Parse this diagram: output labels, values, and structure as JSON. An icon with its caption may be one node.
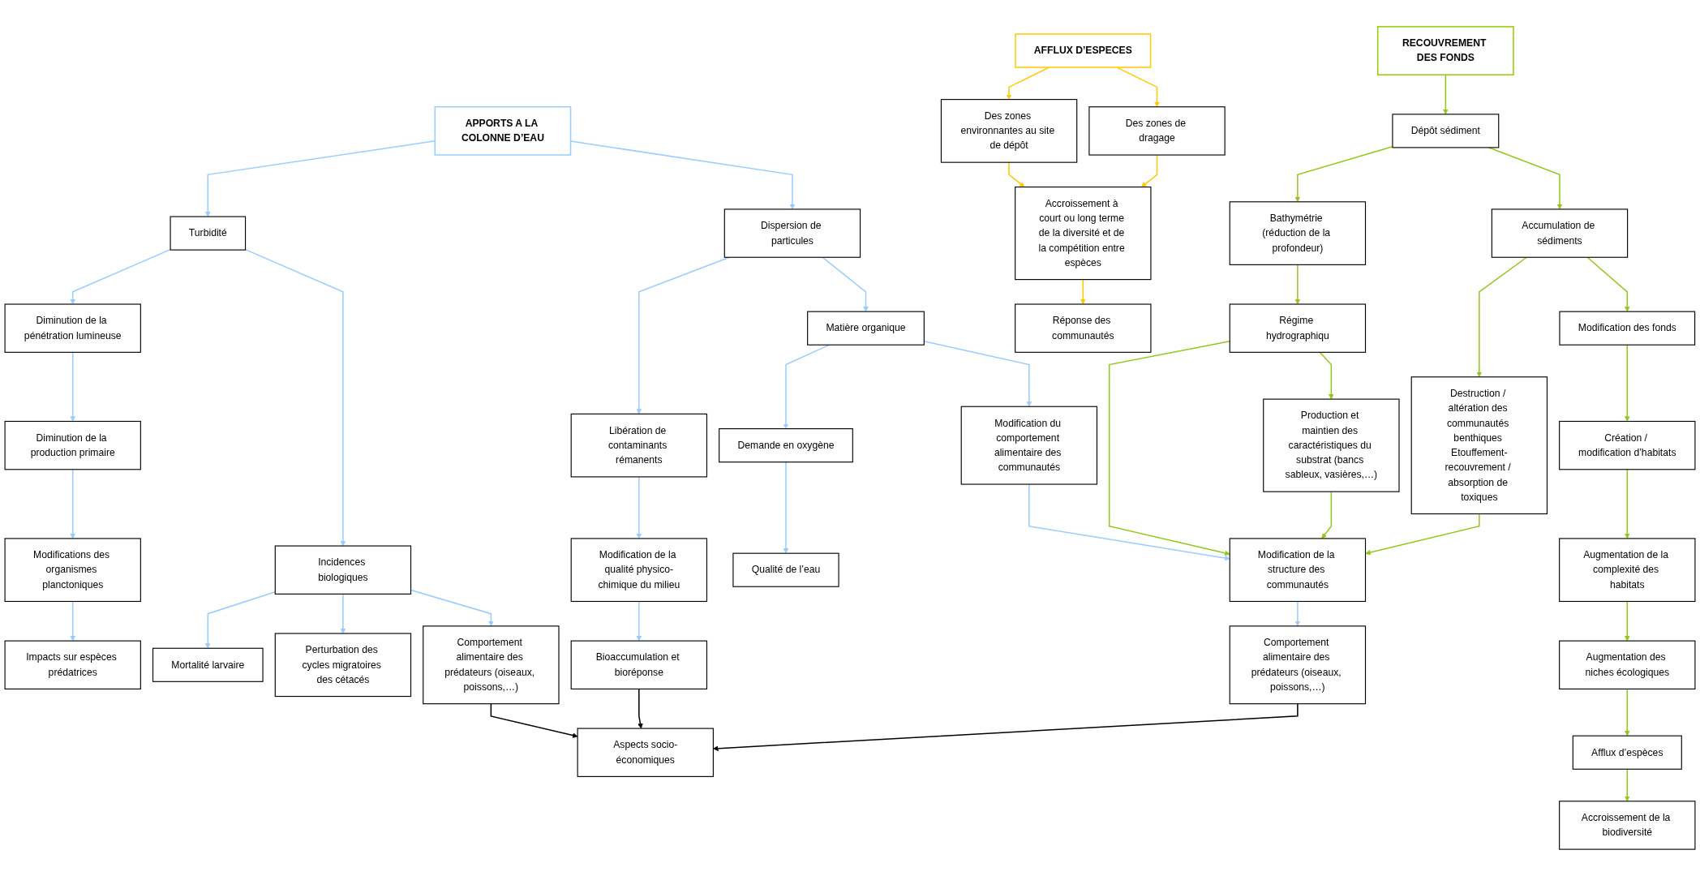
{
  "diagram": {
    "nodes": [
      {
        "text": [
          "APPORTS A LA COLONNE D’EAU"
        ]
      },
      {
        "text": [
          "Turbidité"
        ]
      },
      {
        "text": [
          "Dispersion de particules"
        ]
      },
      {
        "text": [
          "Diminution de la pénétration lumineuse"
        ]
      },
      {
        "text": [
          "Incidences biologiques"
        ]
      },
      {
        "text": [
          "Libération de contaminants rémanents"
        ]
      },
      {
        "text": [
          "Matière organique"
        ]
      },
      {
        "text": [
          "Diminution de la production primaire"
        ]
      },
      {
        "text": [
          "Mortalité larvaire"
        ]
      },
      {
        "text": [
          "Modification de la qualité physico-chimique du milieu"
        ]
      },
      {
        "text": [
          "Demande en oxygène"
        ]
      },
      {
        "text": [
          "Modification du comportement alimentaire des communautés"
        ]
      },
      {
        "text": [
          "Modifications des organismes planctoniques"
        ]
      },
      {
        "text": [
          "Perturbation des cycles migratoires des cétacés"
        ]
      },
      {
        "text": [
          "Bioaccumulation et bioréponse"
        ]
      },
      {
        "text": [
          "Qualité de l’eau"
        ]
      },
      {
        "text": [
          "Modification de la structure des communautés"
        ]
      },
      {
        "text": [
          "Impacts sur espèces prédatrices"
        ]
      },
      {
        "text": [
          "Comportement alimentaire des prédateurs (oiseaux, poissons,…)"
        ]
      },
      {
        "text": [
          "Comportement alimentaire des prédateurs (oiseaux, poissons,…)"
        ]
      },
      {
        "text": [
          "Aspects socio-économiques"
        ]
      },
      {
        "text": [
          "RECOUVREMENT DES FONDS"
        ]
      },
      {
        "text": [
          "Dépôt sédiment"
        ]
      },
      {
        "text": [
          "Bathymétrie (réduction de la profondeur)"
        ]
      },
      {
        "text": [
          "Accumulation de sédiments"
        ]
      },
      {
        "text": [
          "Régime hydrographiqu"
        ]
      },
      {
        "text": [
          "Destruction / altération des communautés benthiques Etouffement-recouvrement / absorption de toxiques"
        ]
      },
      {
        "text": [
          "Production et maintien des caractéristiques du substrat (bancs sableux, vasières,…)"
        ]
      },
      {
        "text": [
          "Modification des fonds"
        ]
      },
      {
        "text": [
          "Création / modification d’habitats"
        ]
      },
      {
        "text": [
          "Augmentation de la complexité des habitats"
        ]
      },
      {
        "text": [
          "Augmentation des niches écologiques"
        ]
      },
      {
        "text": [
          "Afflux d’espèces"
        ]
      },
      {
        "text": [
          "Accroissement de la biodiversité"
        ]
      },
      {
        "text": [
          "AFFLUX D’ESPECES"
        ]
      },
      {
        "text": [
          "Des zones environnantes au site de dépôt"
        ]
      },
      {
        "text": [
          "Des zones de dragage"
        ]
      },
      {
        "text": [
          "Accroissement à court ou long terme de la diversité et de la compétition entre espèces"
        ]
      },
      {
        "text": [
          "Réponse des communautés"
        ]
      }
    ],
    "edges": [
      {
        "from": 0,
        "to": 1,
        "arrow": "to"
      },
      {
        "from": 0,
        "to": 2,
        "arrow": "to"
      },
      {
        "from": 1,
        "to": 3,
        "arrow": "to"
      },
      {
        "from": 1,
        "to": 4,
        "arrow": "to"
      },
      {
        "from": 2,
        "to": 5,
        "arrow": "to"
      },
      {
        "from": 2,
        "to": 6,
        "arrow": "to"
      },
      {
        "from": 3,
        "to": 7,
        "arrow": "to"
      },
      {
        "from": 7,
        "to": 12,
        "arrow": "to"
      },
      {
        "from": 12,
        "to": 17,
        "arrow": "to"
      },
      {
        "from": 4,
        "to": 8,
        "arrow": "to"
      },
      {
        "from": 4,
        "to": 13,
        "arrow": "to"
      },
      {
        "from": 4,
        "to": 18,
        "arrow": "to"
      },
      {
        "from": 5,
        "to": 9,
        "arrow": "to"
      },
      {
        "from": 9,
        "to": 14,
        "arrow": "to"
      },
      {
        "from": 6,
        "to": 10,
        "arrow": "to"
      },
      {
        "from": 6,
        "to": 11,
        "arrow": "to"
      },
      {
        "from": 10,
        "to": 15,
        "arrow": "to"
      },
      {
        "from": 11,
        "to": 16,
        "arrow": "to"
      },
      {
        "from": 16,
        "to": 19,
        "arrow": "to"
      },
      {
        "from": 14,
        "to": 20,
        "arrow": "to",
        "color": "#000000"
      },
      {
        "from": 18,
        "to": 20,
        "arrow": "to",
        "color": "#000000"
      },
      {
        "from": 19,
        "to": 20,
        "arrow": "to",
        "color": "#000000"
      },
      {
        "from": 21,
        "to": 22,
        "arrow": "to",
        "color": "#92c81a"
      },
      {
        "from": 22,
        "to": 23,
        "arrow": "to",
        "color": "#92c81a"
      },
      {
        "from": 22,
        "to": 24,
        "arrow": "to",
        "color": "#92c81a"
      },
      {
        "from": 23,
        "to": 25,
        "arrow": "to",
        "color": "#92c81a"
      },
      {
        "from": 24,
        "to": 26,
        "arrow": "to",
        "color": "#92c81a"
      },
      {
        "from": 24,
        "to": 28,
        "arrow": "to",
        "color": "#92c81a"
      },
      {
        "from": 25,
        "to": 16,
        "arrow": "to",
        "color": "#92c81a"
      },
      {
        "from": 25,
        "to": 27,
        "arrow": "to",
        "color": "#92c81a"
      },
      {
        "from": 26,
        "to": 16,
        "arrow": "to",
        "color": "#92c81a"
      },
      {
        "from": 27,
        "to": 16,
        "arrow": "to",
        "color": "#92c81a"
      },
      {
        "from": 28,
        "to": 29,
        "arrow": "to",
        "color": "#92c81a"
      },
      {
        "from": 29,
        "to": 30,
        "arrow": "to",
        "color": "#92c81a"
      },
      {
        "from": 30,
        "to": 31,
        "arrow": "to",
        "color": "#92c81a"
      },
      {
        "from": 31,
        "to": 32,
        "arrow": "to",
        "color": "#92c81a"
      },
      {
        "from": 32,
        "to": 33,
        "arrow": "to",
        "color": "#92c81a"
      },
      {
        "from": 34,
        "to": 35,
        "arrow": "to",
        "color": "#ffc800"
      },
      {
        "from": 34,
        "to": 36,
        "arrow": "to",
        "color": "#ffc800"
      },
      {
        "from": 35,
        "to": 37,
        "arrow": "to",
        "color": "#ffc800"
      },
      {
        "from": 36,
        "to": 37,
        "arrow": "to",
        "color": "#ffc800"
      },
      {
        "from": 37,
        "to": 38,
        "arrow": "to",
        "color": "#ffc800"
      }
    ]
  }
}
